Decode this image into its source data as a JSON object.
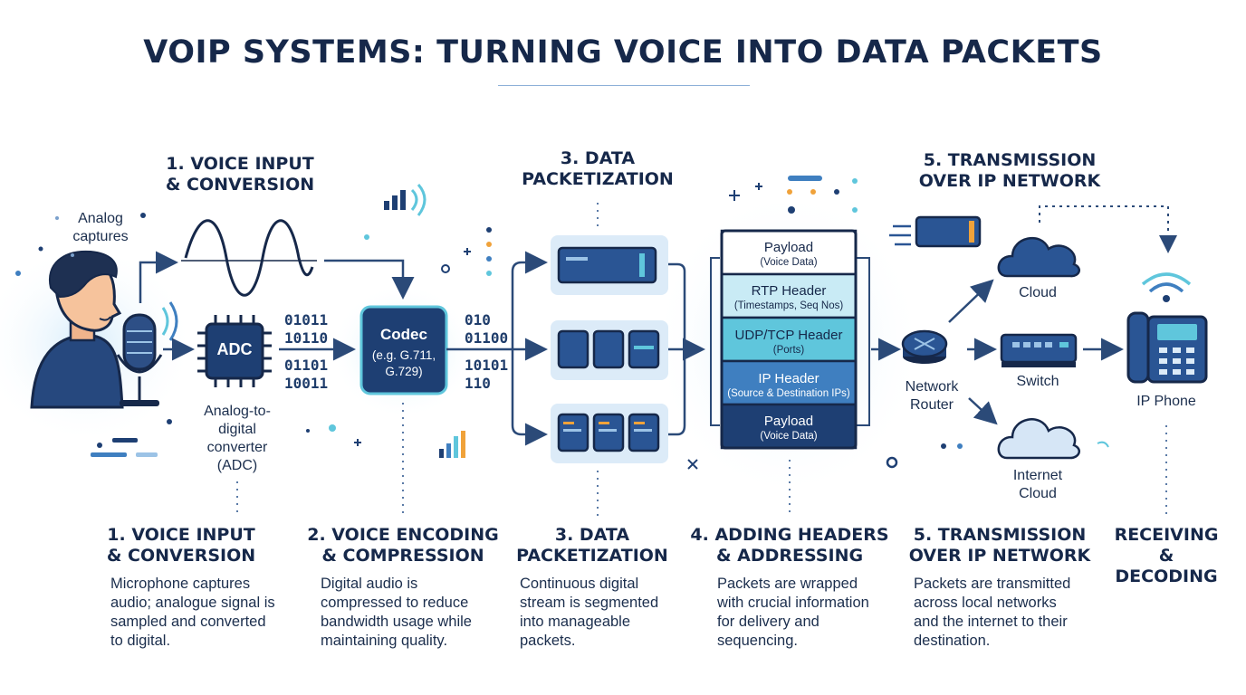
{
  "title": "VOIP SYSTEMS: TURNING VOICE INTO DATA PACKETS",
  "top_stages": {
    "voice_input": "1. VOICE INPUT\n& CONVERSION",
    "packetization": "3. DATA\nPACKETIZATION",
    "transmission": "5. TRANSMISSION\nOVER IP NETWORK"
  },
  "labels": {
    "analog_captures": "Analog\ncaptures",
    "adc_chip": "ADC",
    "adc_caption": "Analog-to-\ndigital\nconverter\n(ADC)",
    "codec_name": "Codec",
    "codec_examples": "(e.g. G.711,\nG.729)",
    "bits_adc_top": "01011\n10110",
    "bits_adc_bottom": "01101\n10011",
    "bits_codec_top": "010\n01100",
    "bits_codec_bottom": "10101\n110",
    "network_router": "Network\nRouter",
    "cloud": "Cloud",
    "switch": "Switch",
    "internet_cloud": "Internet\nCloud",
    "ip_phone": "IP Phone"
  },
  "packet_stack": [
    {
      "title": "Payload",
      "sub": "(Voice Data)",
      "fill": "#ffffff"
    },
    {
      "title": "RTP Header",
      "sub": "(Timestamps, Seq Nos)",
      "fill": "#c9ebf5"
    },
    {
      "title": "UDP/TCP Header",
      "sub": "(Ports)",
      "fill": "#5fc6dc"
    },
    {
      "title": "IP Header",
      "sub": "(Source & Destination IPs)",
      "fill": "#3f7fc0"
    },
    {
      "title": "Payload",
      "sub": "(Voice Data)",
      "fill": "#1e3f73"
    }
  ],
  "bottom_steps": [
    {
      "heading": "1. VOICE INPUT\n& CONVERSION",
      "text": "Microphone captures\naudio; analogue signal is\nsampled and converted\nto digital."
    },
    {
      "heading": "2. VOICE ENCODING\n& COMPRESSION",
      "text": "Digital audio is\ncompressed to reduce\nbandwidth usage while\nmaintaining quality."
    },
    {
      "heading": "3. DATA\nPACKETIZATION",
      "text": "Continuous digital\nstream is segmented\ninto manageable\npackets."
    },
    {
      "heading": "4. ADDING HEADERS\n& ADDRESSING",
      "text": "Packets are wrapped\nwith crucial information\nfor delivery and\nsequencing."
    },
    {
      "heading": "5. TRANSMISSION\nOVER IP NETWORK",
      "text": "Packets are transmitted\nacross local networks\nand the internet to their\ndestination."
    },
    {
      "heading": "RECEIVING\n& DECODING",
      "text": ""
    }
  ],
  "colors": {
    "navy": "#1e3f73",
    "dark_navy": "#16284a",
    "mid_blue": "#3f7fc0",
    "teal": "#5fc6dc",
    "pale_blue": "#dcebf8",
    "orange": "#f0a23a"
  }
}
